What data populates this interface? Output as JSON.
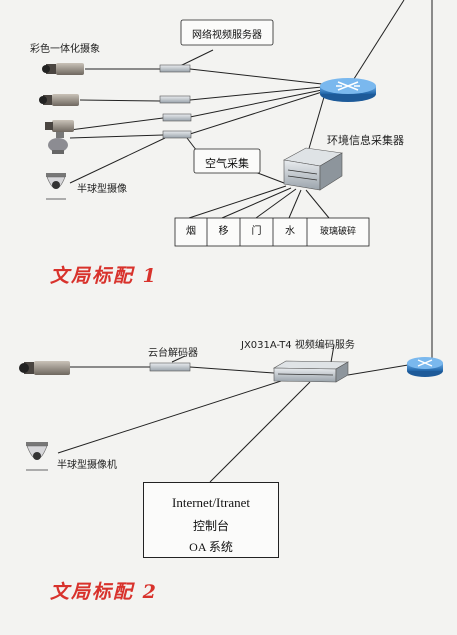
{
  "section1": {
    "title": "文局标配 1",
    "camera_label": "彩色一体化摄象",
    "server_label": "网络视频服务器",
    "env_label": "环境信息采集器",
    "air_label": "空气采集",
    "dome_label": "半球型摄像",
    "sensors": [
      "烟",
      "移",
      "门",
      "水",
      "玻璃破碎"
    ]
  },
  "section2": {
    "title": "文局标配 2",
    "decoder_label": "云台解码器",
    "encoder_label": "JX031A-T4 视频编码服务",
    "dome_label": "半球型摄像机",
    "console": {
      "line1": "Internet/Itranet",
      "line2": "控制台",
      "line3": "OA 系统"
    }
  },
  "colors": {
    "title": "#d8322c",
    "router": "#2f7fc9"
  }
}
